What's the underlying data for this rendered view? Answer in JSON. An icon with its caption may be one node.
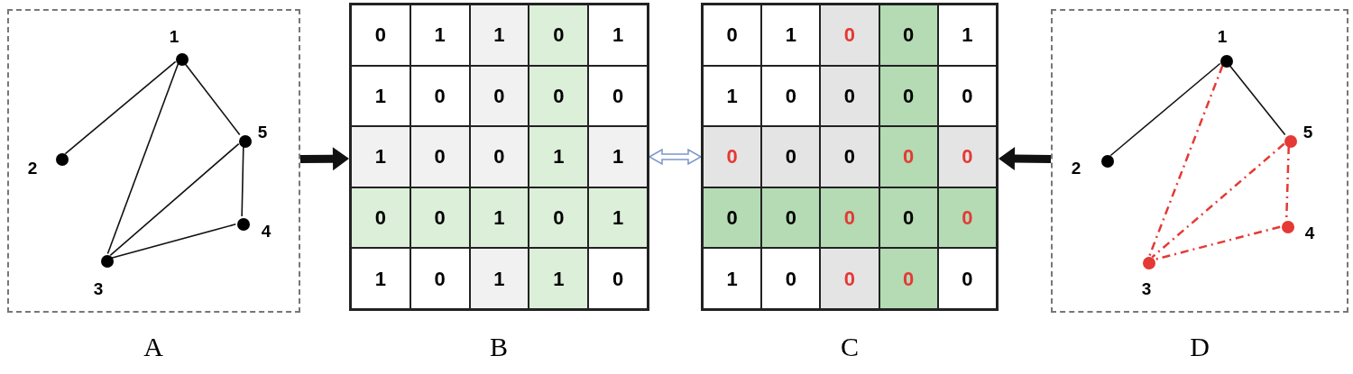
{
  "diagram": {
    "nodes": [
      {
        "text": [],
        "shape": "box",
        "beside": [
          "A"
        ]
      },
      {
        "text": [],
        "shape": "circle",
        "in": 0,
        "beside": [
          "1"
        ]
      },
      {
        "text": [],
        "shape": "circle",
        "in": 0,
        "beside": [
          "2"
        ]
      },
      {
        "text": [],
        "shape": "circle",
        "in": 0,
        "beside": [
          "3"
        ]
      },
      {
        "text": [],
        "shape": "circle",
        "in": 0,
        "beside": [
          "4"
        ]
      },
      {
        "text": [],
        "shape": "circle",
        "in": 0,
        "beside": [
          "5"
        ]
      },
      {
        "text": [],
        "shape": "box",
        "beside": [
          "B"
        ]
      },
      {
        "text": [],
        "shape": "box",
        "beside": [
          "C"
        ]
      },
      {
        "text": [],
        "shape": "box",
        "beside": [
          "D"
        ]
      },
      {
        "text": [],
        "shape": "circle",
        "in": 8,
        "beside": [
          "1"
        ]
      },
      {
        "text": [],
        "shape": "circle",
        "in": 8,
        "beside": [
          "2"
        ]
      },
      {
        "text": [],
        "shape": "circle",
        "in": 8,
        "beside": [
          "3"
        ]
      },
      {
        "text": [],
        "shape": "circle",
        "in": 8,
        "beside": [
          "4"
        ]
      },
      {
        "text": [],
        "shape": "circle",
        "in": 8,
        "beside": [
          "5"
        ]
      }
    ],
    "edges": [
      {
        "from": 1,
        "to": 2,
        "arrow": "none"
      },
      {
        "from": 1,
        "to": 3,
        "arrow": "none"
      },
      {
        "from": 1,
        "to": 5,
        "arrow": "none"
      },
      {
        "from": 5,
        "to": 3,
        "arrow": "none"
      },
      {
        "from": 5,
        "to": 4,
        "arrow": "none"
      },
      {
        "from": 4,
        "to": 3,
        "arrow": "none"
      },
      {
        "from": 9,
        "to": 10,
        "arrow": "none"
      },
      {
        "from": 9,
        "to": 13,
        "arrow": "none"
      },
      {
        "from": 9,
        "to": 11,
        "arrow": "none",
        "style": "dashed",
        "color": "#e53935"
      },
      {
        "from": 13,
        "to": 11,
        "arrow": "none",
        "style": "dashed",
        "color": "#e53935"
      },
      {
        "from": 13,
        "to": 12,
        "arrow": "none",
        "style": "dashed",
        "color": "#e53935"
      },
      {
        "from": 12,
        "to": 11,
        "arrow": "none",
        "style": "dashed",
        "color": "#e53935"
      },
      {
        "from": 0,
        "to": 6,
        "arrow": "to",
        "style": "thick"
      },
      {
        "from": 6,
        "to": 7,
        "arrow": "both",
        "color": "#7b96c8"
      },
      {
        "from": 8,
        "to": 7,
        "arrow": "to",
        "style": "thick"
      }
    ],
    "labels": [
      "0",
      "1",
      "1",
      "0",
      "1",
      "1",
      "0",
      "0",
      "0",
      "0",
      "1",
      "0",
      "0",
      "1",
      "1",
      "0",
      "0",
      "1",
      "0",
      "1",
      "1",
      "0",
      "1",
      "1",
      "0",
      "0",
      "1",
      "0",
      "0",
      "1",
      "1",
      "0",
      "0",
      "0",
      "0",
      "0",
      "0",
      "0",
      "0",
      "0",
      "0",
      "0",
      "0",
      "0",
      "0",
      "1",
      "0",
      "0",
      "0",
      "0"
    ]
  }
}
